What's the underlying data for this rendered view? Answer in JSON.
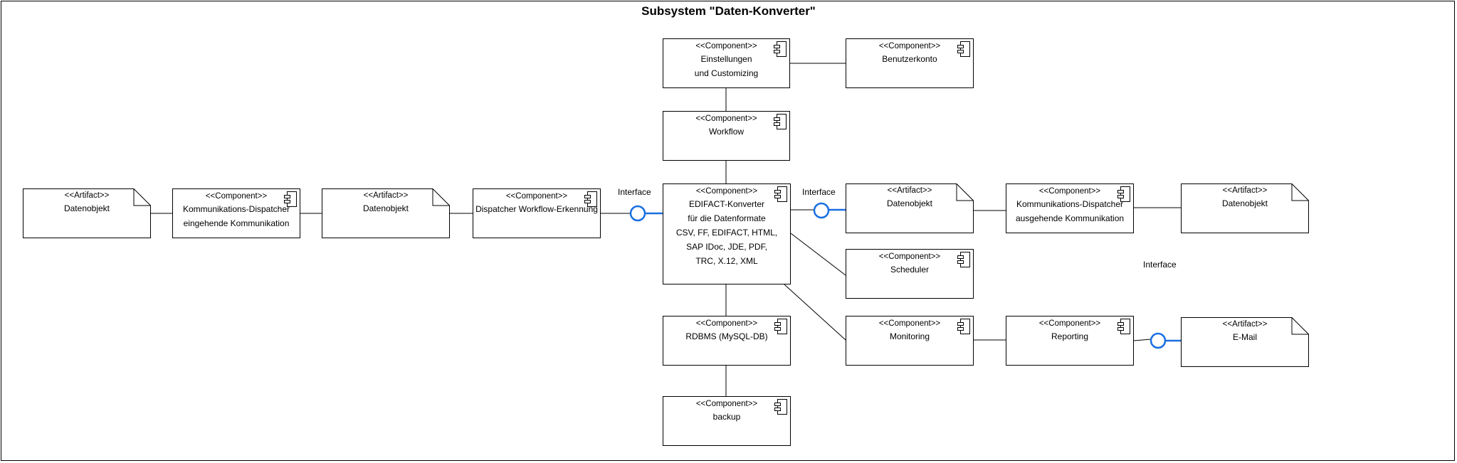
{
  "title": "Subsystem \"Daten-Konverter\"",
  "stereotypes": {
    "component": "<<Component>>",
    "artifact": "<<Artifact>>"
  },
  "components": {
    "einstellungen": {
      "lines": [
        "Einstellungen",
        "und Customizing"
      ]
    },
    "benutzerkonto": {
      "lines": [
        "Benutzerkonto"
      ]
    },
    "workflow": {
      "lines": [
        "Workflow"
      ]
    },
    "kd_in": {
      "lines": [
        "Kommunikations-Dispatcher",
        "eingehende Kommunikation"
      ]
    },
    "dispatcher_wf": {
      "lines": [
        "Dispatcher Workflow-Erkennung"
      ]
    },
    "edifact": {
      "lines": [
        "EDIFACT-Konverter",
        "für die Datenformate",
        "CSV, FF, EDIFACT, HTML,",
        "SAP IDoc, JDE, PDF,",
        "TRC, X.12, XML"
      ]
    },
    "kd_out": {
      "lines": [
        "Kommunikations-Dispatcher",
        "ausgehende Kommunikation"
      ]
    },
    "scheduler": {
      "lines": [
        "Scheduler"
      ]
    },
    "rdbms": {
      "lines": [
        "RDBMS (MySQL-DB)"
      ]
    },
    "monitoring": {
      "lines": [
        "Monitoring"
      ]
    },
    "reporting": {
      "lines": [
        "Reporting"
      ]
    },
    "backup": {
      "lines": [
        "backup"
      ]
    }
  },
  "artifacts": {
    "datenobjekt_1": {
      "lines": [
        "Datenobjekt"
      ]
    },
    "datenobjekt_2": {
      "lines": [
        "Datenobjekt"
      ]
    },
    "datenobjekt_3": {
      "lines": [
        "Datenobjekt"
      ]
    },
    "datenobjekt_4": {
      "lines": [
        "Datenobjekt"
      ]
    },
    "email": {
      "lines": [
        "E-Mail"
      ]
    }
  },
  "interfaces": {
    "left": "Interface",
    "right": "Interface",
    "floating": "Interface"
  },
  "colors": {
    "line": "#000000",
    "interface": "#1a6fe0"
  }
}
